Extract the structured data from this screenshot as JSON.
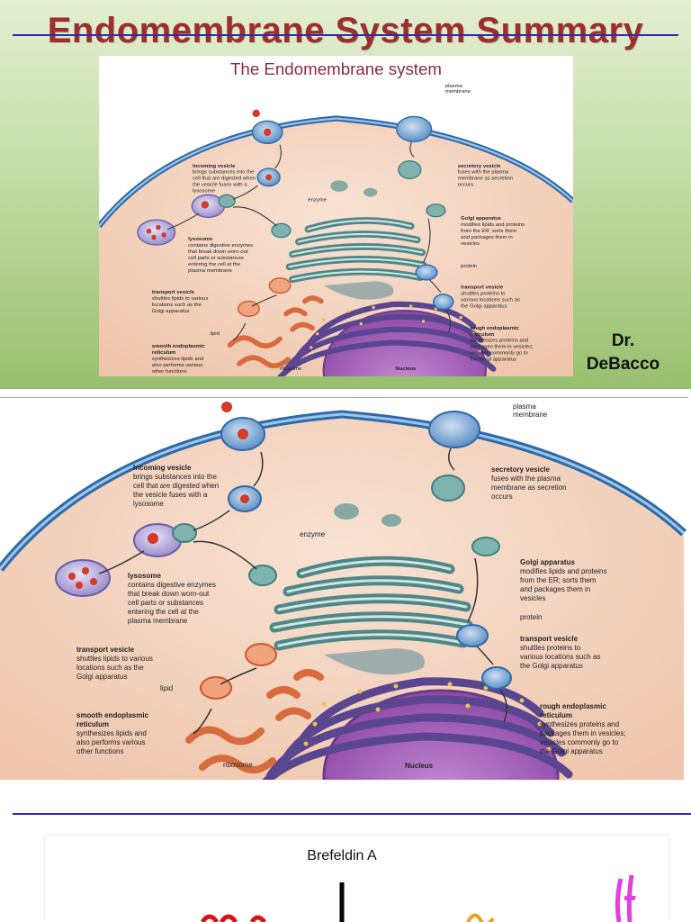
{
  "slide": {
    "title": "Endomembrane System Summary",
    "author_line1": "Dr.",
    "author_line2": "DeBacco"
  },
  "figure": {
    "heading": "The Endomembrane system",
    "labels": {
      "plasma_membrane_1": "plasma",
      "plasma_membrane_2": "membrane",
      "incoming_title": "Incoming vesicle",
      "incoming_1": "brings substances into the",
      "incoming_2": "cell that are digested when",
      "incoming_3": "the vesicle fuses with a",
      "incoming_4": "lysosome",
      "secretory_title": "secretory vesicle",
      "secretory_1": "fuses with the plasma",
      "secretory_2": "membrane as secretion",
      "secretory_3": "occurs",
      "enzyme": "enzyme",
      "lysosome_title": "lysosome",
      "lysosome_1": "contains digestive enzymes",
      "lysosome_2": "that break down worn-out",
      "lysosome_3": "cell parts or substances",
      "lysosome_4": "entering the cell at the",
      "lysosome_5": "plasma membrane",
      "golgi_title": "Golgi apparatus",
      "golgi_1": "modifies lipids and proteins",
      "golgi_2": "from the ER; sorts them",
      "golgi_3": "and packages them in",
      "golgi_4": "vesicles",
      "protein": "protein",
      "transport_left_title": "transport vesicle",
      "transport_left_1": "shuttles lipids to various",
      "transport_left_2": "locations such as the",
      "transport_left_3": "Golgi apparatus",
      "transport_right_title": "transport vesicle",
      "transport_right_1": "shuttles proteins to",
      "transport_right_2": "various locations such as",
      "transport_right_3": "the Golgi apparatus",
      "lipid": "lipid",
      "smooth_er_title_1": "smooth endoplasmic",
      "smooth_er_title_2": "reticulum",
      "smooth_er_1": "synthesizes lipids and",
      "smooth_er_2": "also performs various",
      "smooth_er_3": "other functions",
      "rough_er_title_1": "rough endoplasmic",
      "rough_er_title_2": "reticulum",
      "rough_er_1": "synthesizes proteins and",
      "rough_er_2": "packages them in vesicles;",
      "rough_er_3": "vesicles commonly go to",
      "rough_er_4": "the Golgi apparatus",
      "ribosome": "ribosome",
      "nucleus": "Nucleus"
    }
  },
  "panel3": {
    "drug_label": "Brefeldin A"
  },
  "colors": {
    "title": "#9c2e2e",
    "rule": "#2a2ac0",
    "cytoplasm": "#f3d2bd",
    "membrane": "#3a7ab8",
    "golgi": "#7fa9a8",
    "rough_er": "#6a4f9c",
    "nucleus": "#a463b8",
    "smooth_er": "#e07d52"
  }
}
